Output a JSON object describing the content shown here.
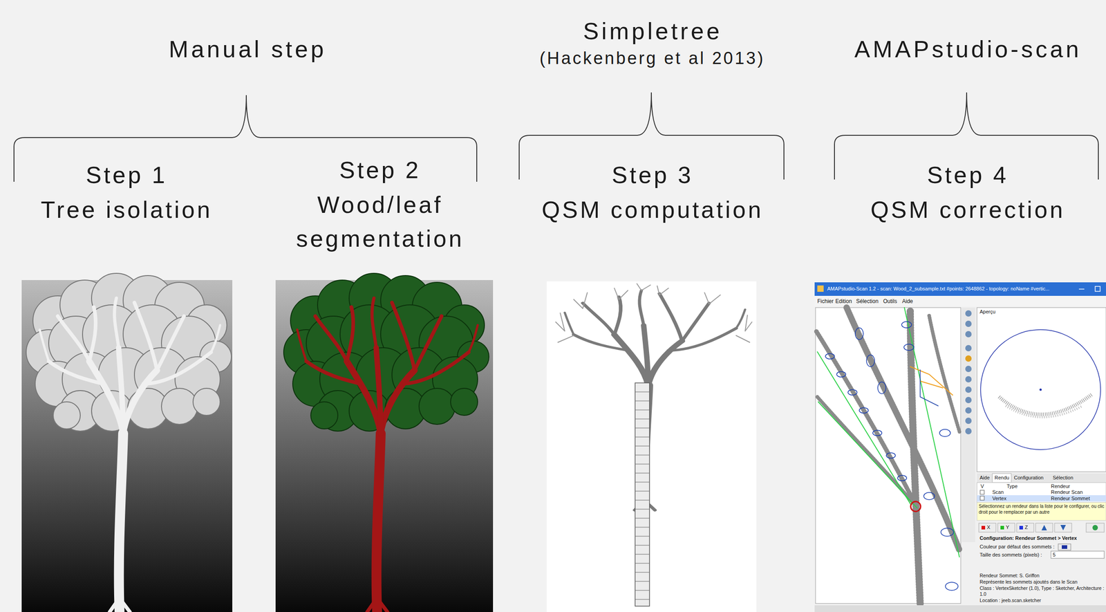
{
  "diagram": {
    "labels": [
      "Manual step",
      "Simpletree",
      "(Hackenberg et al 2013)",
      "AMAPstudio-scan",
      "Step 1",
      "Tree isolation",
      "Step 2",
      "Wood/leaf segmentation",
      "Step 3",
      "QSM computation",
      "Step 4",
      "QSM correction",
      "AMAPstudio-Scan 1.2 - scan: Wood_2_subsample.txt #points: 2648862 - topology: noName #vertic...",
      "Fichier",
      "Edition",
      "Sélection",
      "Outils",
      "Aide",
      "Aperçu",
      "Aide",
      "Rendu",
      "Configuration",
      "Sélection",
      "V",
      "Type",
      "Rendeur",
      "Scan",
      "Rendeur Scan",
      "Vertex",
      "Rendeur Sommet",
      "Sélectionnez un rendeur dans la liste pour le configurer, ou clic droit pour le remplacer par un autre",
      "X",
      "Y",
      "Z",
      "Configuration: Rendeur Sommet > Vertex",
      "Couleur par défaut des sommets :",
      "Taille des sommets (pixels) :",
      "5",
      "Rendeur Sommet: S. Griffon",
      "Représente les sommets ajoutés dans le Scan",
      "Class : VertexSketcher (1.0), Type : Sketcher, Architecture : 1.0",
      "Location : jeeb.scan.sketcher"
    ]
  }
}
